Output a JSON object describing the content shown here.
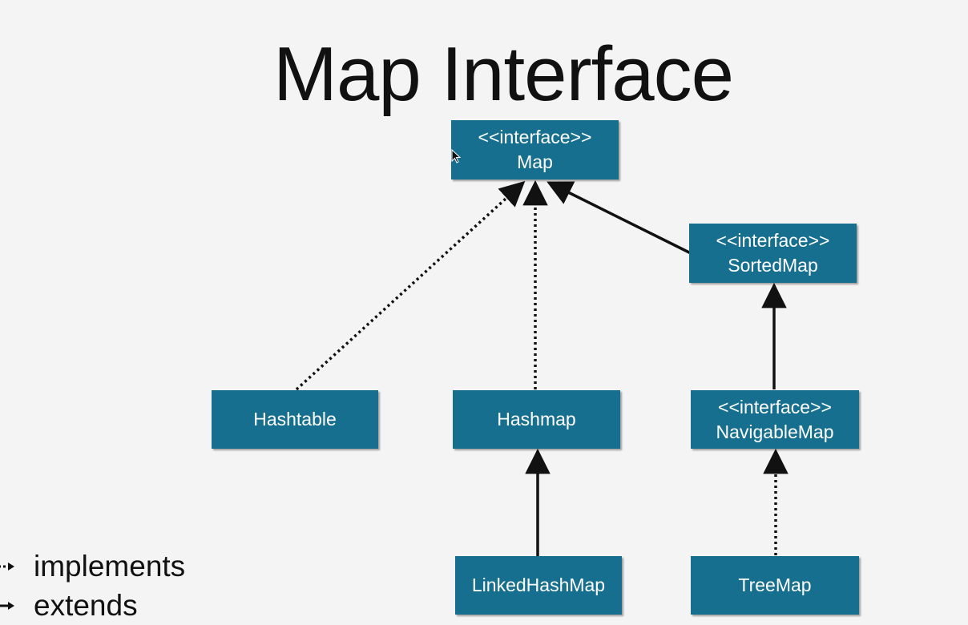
{
  "title": "Map Interface",
  "colors": {
    "box_fill": "#176f8f",
    "box_text": "#ffffff",
    "edge": "#111111",
    "background": "#f4f4f4"
  },
  "nodes": {
    "map": {
      "stereotype": "<<interface>>",
      "name": "Map"
    },
    "sortedmap": {
      "stereotype": "<<interface>>",
      "name": "SortedMap"
    },
    "hashtable": {
      "name": "Hashtable"
    },
    "hashmap": {
      "name": "Hashmap"
    },
    "navigablemap": {
      "stereotype": "<<interface>>",
      "name": "NavigableMap"
    },
    "linkedhashmap": {
      "name": "LinkedHashMap"
    },
    "treemap": {
      "name": "TreeMap"
    }
  },
  "edges": [
    {
      "from": "Hashtable",
      "to": "Map",
      "kind": "implements"
    },
    {
      "from": "Hashmap",
      "to": "Map",
      "kind": "implements"
    },
    {
      "from": "SortedMap",
      "to": "Map",
      "kind": "extends"
    },
    {
      "from": "NavigableMap",
      "to": "SortedMap",
      "kind": "extends"
    },
    {
      "from": "LinkedHashMap",
      "to": "Hashmap",
      "kind": "extends"
    },
    {
      "from": "TreeMap",
      "to": "NavigableMap",
      "kind": "implements"
    }
  ],
  "legend": {
    "implements": "implements",
    "extends": "extends"
  },
  "icons": {
    "cursor": "mouse-pointer-icon"
  }
}
